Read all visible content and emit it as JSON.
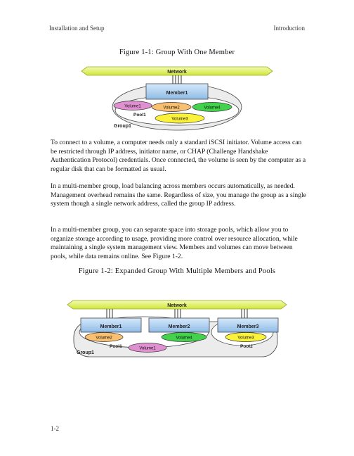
{
  "header": {
    "left": "Installation and Setup",
    "right": "Introduction"
  },
  "figure1": {
    "caption": "Figure 1-1: Group With One Member",
    "network_label": "Network",
    "member_label": "Member1",
    "pool_label": "Pool1",
    "group_label": "Group1",
    "volumes": [
      "Volume1",
      "Volume2",
      "Volume3",
      "Volume4"
    ]
  },
  "paragraphs": [
    "To connect to a volume, a computer needs only a standard iSCSI initiator. Volume access can be restricted through IP address, initiator name, or CHAP (Challenge Handshake Authentication Protocol) credentials. Once connected, the volume is seen by the computer as a regular disk that can be formatted as usual.",
    "In a multi-member group, load balancing across members occurs automatically, as needed. Management overhead remains the same. Regardless of size, you manage the group as a single system though a single network address, called the group IP address.",
    "In a multi-member group, you can separate space into storage pools, which allow you to organize storage according to usage, providing more control over resource allocation, while maintaining a single system management view. Members and volumes can move between pools, while data remains online. See Figure 1-2."
  ],
  "figure2": {
    "caption": "Figure 1-2: Expanded Group With Multiple Members and Pools",
    "network_label": "Network",
    "members": [
      "Member1",
      "Member2",
      "Member3"
    ],
    "pools": [
      "Pool1",
      "Pool2"
    ],
    "group_label": "Group1",
    "volumes": [
      "Volume2",
      "Volume4",
      "Volume3",
      "Volume1"
    ]
  },
  "page_number": "1-2",
  "colors": {
    "network": "#dff25a",
    "member_box": "#a8cdee",
    "volume_pink": "#e08fd0",
    "volume_orange": "#f8c070",
    "volume_green": "#43d24b",
    "volume_yellow": "#fbf23c",
    "outline": "#333333"
  }
}
